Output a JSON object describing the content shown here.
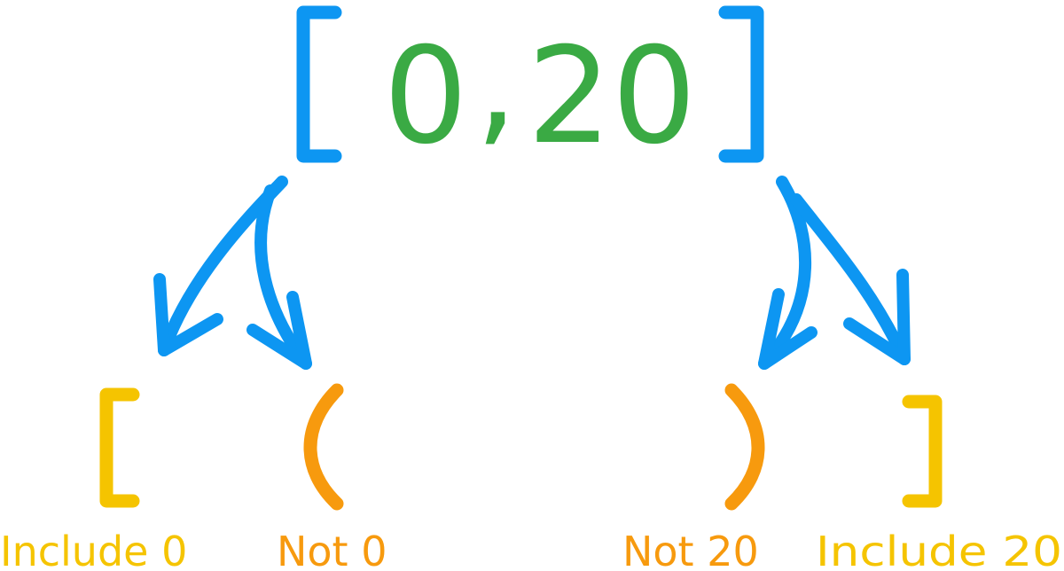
{
  "interval": {
    "start": "0",
    "comma": ",",
    "end": "20",
    "open_bracket": "[",
    "close_bracket": "]"
  },
  "options": {
    "left_inclusive": {
      "symbol": "[",
      "label": "Include 0"
    },
    "left_exclusive": {
      "symbol": "(",
      "label": "Not 0"
    },
    "right_exclusive": {
      "symbol": ")",
      "label": "Not 20"
    },
    "right_inclusive": {
      "symbol": "]",
      "label": "Include 20"
    }
  },
  "colors": {
    "bracket": "#0d96f2",
    "numbers": "#3aaa44",
    "inclusive": "#f5c400",
    "exclusive": "#f79a0e",
    "arrow": "#0d96f2"
  }
}
